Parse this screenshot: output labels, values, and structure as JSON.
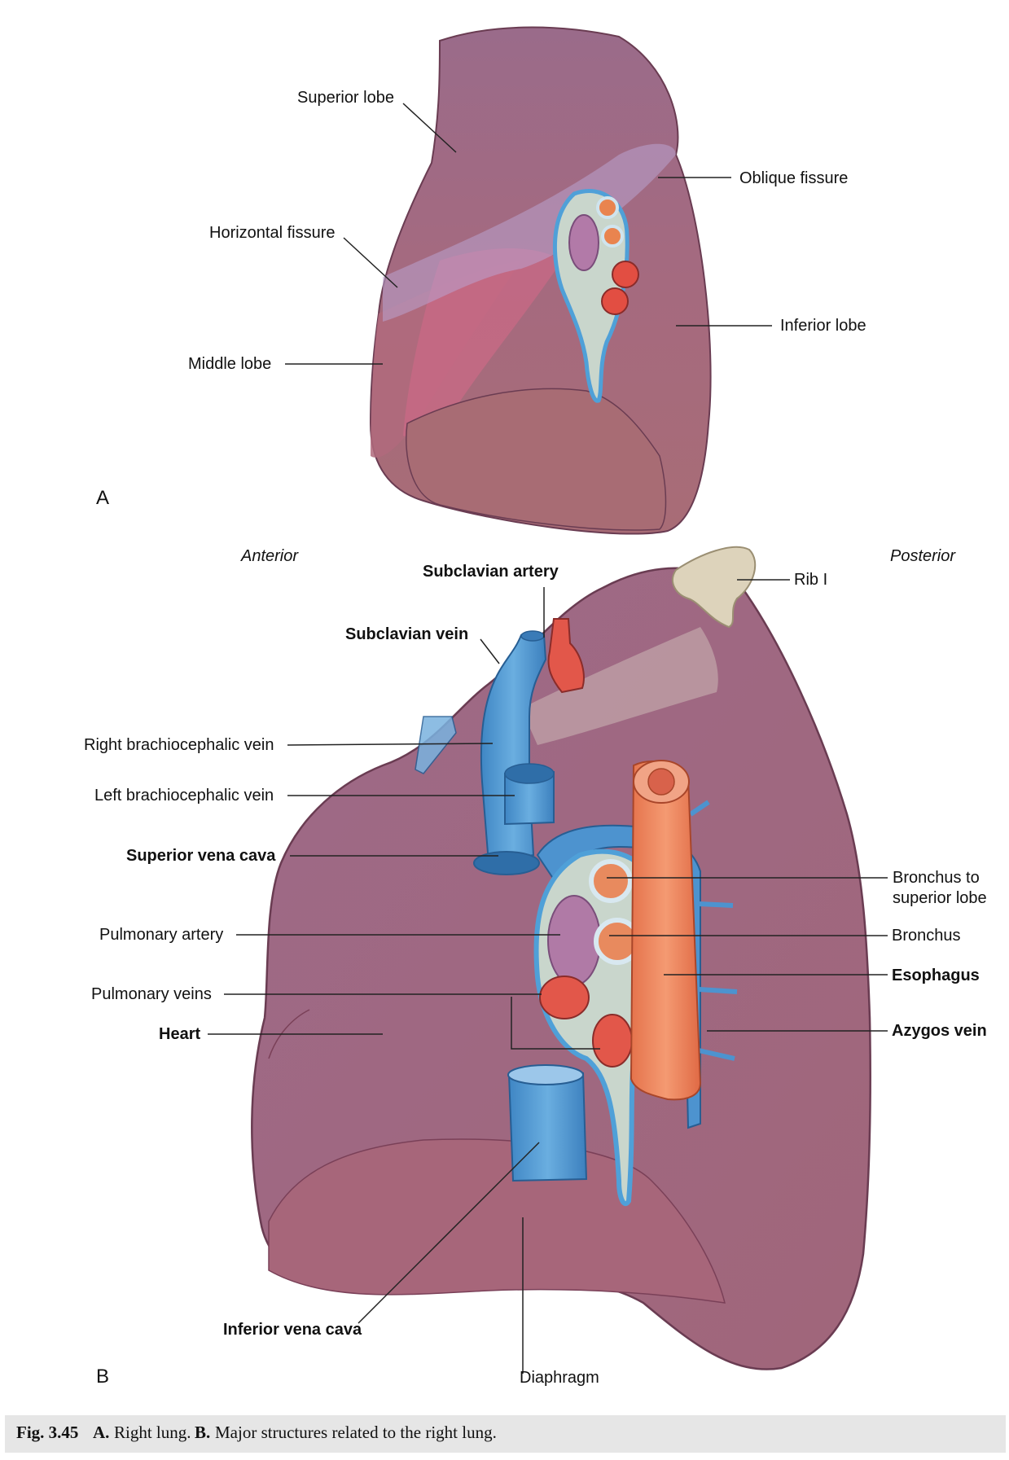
{
  "panel_a": {
    "id": "A",
    "labels": {
      "superior_lobe": "Superior lobe",
      "oblique_fissure": "Oblique fissure",
      "horizontal_fissure": "Horizontal fissure",
      "inferior_lobe": "Inferior lobe",
      "middle_lobe": "Middle lobe"
    }
  },
  "panel_b": {
    "id": "B",
    "orientation": {
      "anterior": "Anterior",
      "posterior": "Posterior"
    },
    "labels": {
      "subclavian_artery": "Subclavian artery",
      "rib_1": "Rib I",
      "subclavian_vein": "Subclavian vein",
      "right_brachiocephalic_vein": "Right brachiocephalic vein",
      "left_brachiocephalic_vein": "Left brachiocephalic vein",
      "superior_vena_cava": "Superior vena cava",
      "bronchus_to_superior_lobe_1": "Bronchus to",
      "bronchus_to_superior_lobe_2": "superior lobe",
      "pulmonary_artery": "Pulmonary artery",
      "bronchus": "Bronchus",
      "esophagus": "Esophagus",
      "pulmonary_veins": "Pulmonary veins",
      "heart": "Heart",
      "azygos_vein": "Azygos vein",
      "inferior_vena_cava": "Inferior vena cava",
      "diaphragm": "Diaphragm"
    }
  },
  "caption": {
    "fig_num": "Fig. 3.45",
    "a_letter": "A.",
    "a_text": "Right lung.",
    "b_letter": "B.",
    "b_text": "Major structures related to the right lung."
  },
  "colors": {
    "lung_upper": "#9c6a86",
    "lung_base": "#a86a78",
    "artery": "#e2574a",
    "vein": "#4d93cf",
    "esophagus": "#ec8058",
    "bronchus": "#e88a5e",
    "pulmonary_artery": "#b07aa6",
    "rib": "#ddd3bb"
  }
}
